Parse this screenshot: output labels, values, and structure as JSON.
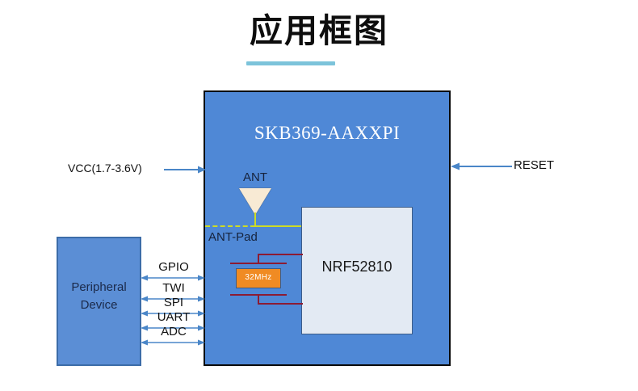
{
  "title": {
    "text": "应用框图"
  },
  "module": {
    "name": "SKB369-AAXXPI"
  },
  "peripheral": {
    "name": "Peripheral\nDevice"
  },
  "mcu": {
    "name": "NRF52810"
  },
  "crystal": {
    "name": "32MHz"
  },
  "antenna": {
    "label": "ANT",
    "pad_label": "ANT-Pad"
  },
  "power": {
    "label": "VCC(1.7-3.6V)"
  },
  "reset": {
    "label": "RESET"
  },
  "buses": [
    {
      "label": "GPIO"
    },
    {
      "label": "TWI"
    },
    {
      "label": "SPI"
    },
    {
      "label": "UART"
    },
    {
      "label": "ADC"
    }
  ],
  "colors": {
    "module_fill": "#4f88d6",
    "module_border": "#0a0a0a",
    "peripheral_fill": "#5b8ed5",
    "peripheral_border": "#3c6ca8",
    "mcu_fill": "#e3eaf3",
    "mcu_border": "#3c5c88",
    "crystal_fill": "#f08b23",
    "antenna_fill": "#f8ead4",
    "antenna_trace": "#cddb25",
    "wire": "#8c1b33",
    "arrow": "#4a86c8",
    "title_underline": "#7cc3da"
  }
}
